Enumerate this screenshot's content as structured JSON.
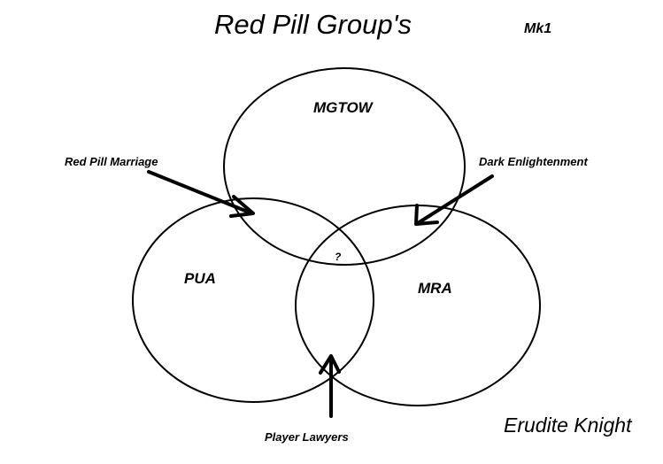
{
  "title": "Red Pill Group's",
  "version": "Mk1",
  "author": "Erudite Knight",
  "circles": {
    "mgtow": "MGTOW",
    "pua": "PUA",
    "mra": "MRA"
  },
  "center_mark": "?",
  "arrows": {
    "red_pill_marriage": "Red Pill Marriage",
    "dark_enlightenment": "Dark Enlightenment",
    "player_lawyers": "Player Lawyers"
  },
  "colors": {
    "background": "#ffffff",
    "ink": "#000000"
  }
}
